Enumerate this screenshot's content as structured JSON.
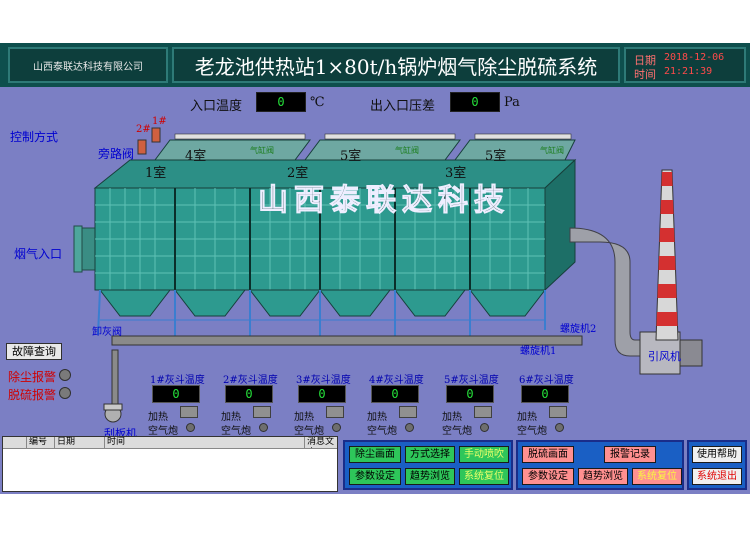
{
  "header": {
    "company": "山西泰联达科技有限公司",
    "title": "老龙池供热站1×80t/h锅炉烟气除尘脱硫系统",
    "date_label": "日期",
    "date_value": "2018-12-06",
    "time_label": "时间",
    "time_value": "21:21:39"
  },
  "top_readouts": {
    "inlet_temp_label": "入口温度",
    "inlet_temp_value": "0",
    "inlet_temp_unit": "℃",
    "pressure_label": "出入口压差",
    "pressure_value": "0",
    "pressure_unit": "Pa"
  },
  "process": {
    "control_mode_label": "控制方式",
    "bypass_valve_label": "旁路阀",
    "valve_2": "2#",
    "valve_1": "1#",
    "flue_inlet_label": "烟气入口",
    "ash_valve_label": "卸灰阀",
    "scraper_label": "刮板机",
    "screw1_label": "螺旋机1",
    "screw2_label": "螺旋机2",
    "fan_label": "引风机",
    "watermark": "山西泰联达科技",
    "rooms": [
      "1室",
      "2室",
      "3室",
      "4室",
      "5室",
      "5室"
    ],
    "pulse_valve": "气缸阀"
  },
  "alarms": {
    "fault_query_label": "故障查询",
    "dust_alarm_label": "除尘报警",
    "desulf_alarm_label": "脱硫报警"
  },
  "hoppers": [
    {
      "title": "1#灰斗温度",
      "value": "0",
      "heat": "加热",
      "air": "空气炮"
    },
    {
      "title": "2#灰斗温度",
      "value": "0",
      "heat": "加热",
      "air": "空气炮"
    },
    {
      "title": "3#灰斗温度",
      "value": "0",
      "heat": "加热",
      "air": "空气炮"
    },
    {
      "title": "4#灰斗温度",
      "value": "0",
      "heat": "加热",
      "air": "空气炮"
    },
    {
      "title": "5#灰斗温度",
      "value": "0",
      "heat": "加热",
      "air": "空气炮"
    },
    {
      "title": "6#灰斗温度",
      "value": "0",
      "heat": "加热",
      "air": "空气炮"
    }
  ],
  "log": {
    "columns": [
      "编号",
      "日期",
      "时间",
      "消息文本"
    ]
  },
  "buttons": {
    "dust_screen": "除尘画面",
    "mode_select": "方式选择",
    "manual_blow": "手动喷吹",
    "param_set_1": "参数设定",
    "trend_1": "趋势浏览",
    "sys_reset_1": "系统复位",
    "desulf_screen": "脱硫画面",
    "alarm_record": "报警记录",
    "param_set_2": "参数设定",
    "trend_2": "趋势浏览",
    "sys_reset_2": "系统复位",
    "help": "使用帮助",
    "exit": "系统退出"
  }
}
